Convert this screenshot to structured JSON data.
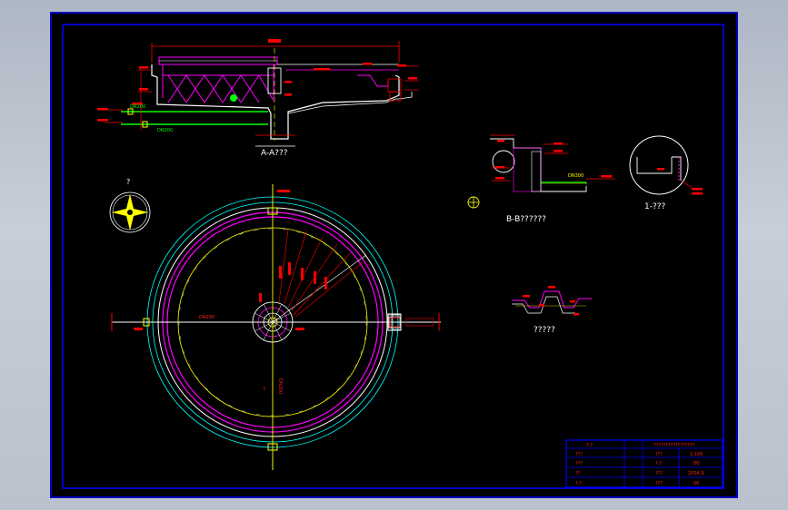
{
  "views": {
    "section_aa": {
      "title": "A-A???",
      "pipe_in": "DN200",
      "pipe_out": "DN200"
    },
    "section_bb": {
      "title": "B-B??????",
      "pipe": "DN300"
    },
    "detail_1": {
      "title": "1-???"
    },
    "plan": {
      "pipe_left": "DN200",
      "pipe_bottom": "DN300",
      "center_mark": "?"
    },
    "weir_detail": {
      "title": "?????"
    },
    "compass": {
      "north_mark": "?"
    }
  },
  "title_block": {
    "header": [
      "?.?",
      "?????????????????"
    ],
    "rows": [
      [
        "???",
        "???",
        "1:100"
      ],
      [
        "???",
        "?.?",
        "00"
      ],
      [
        "??",
        "???",
        "2004.9"
      ],
      [
        "?.?",
        "???",
        "00"
      ]
    ]
  },
  "colors": {
    "sheet": "#000000",
    "frame": "#0000ff",
    "outline": "#ffffff",
    "dimension": "#ff0000",
    "structure": "#ff00ff",
    "centerline": "#ffff00",
    "pipe": "#00ff00",
    "water_line": "#00ffff"
  }
}
